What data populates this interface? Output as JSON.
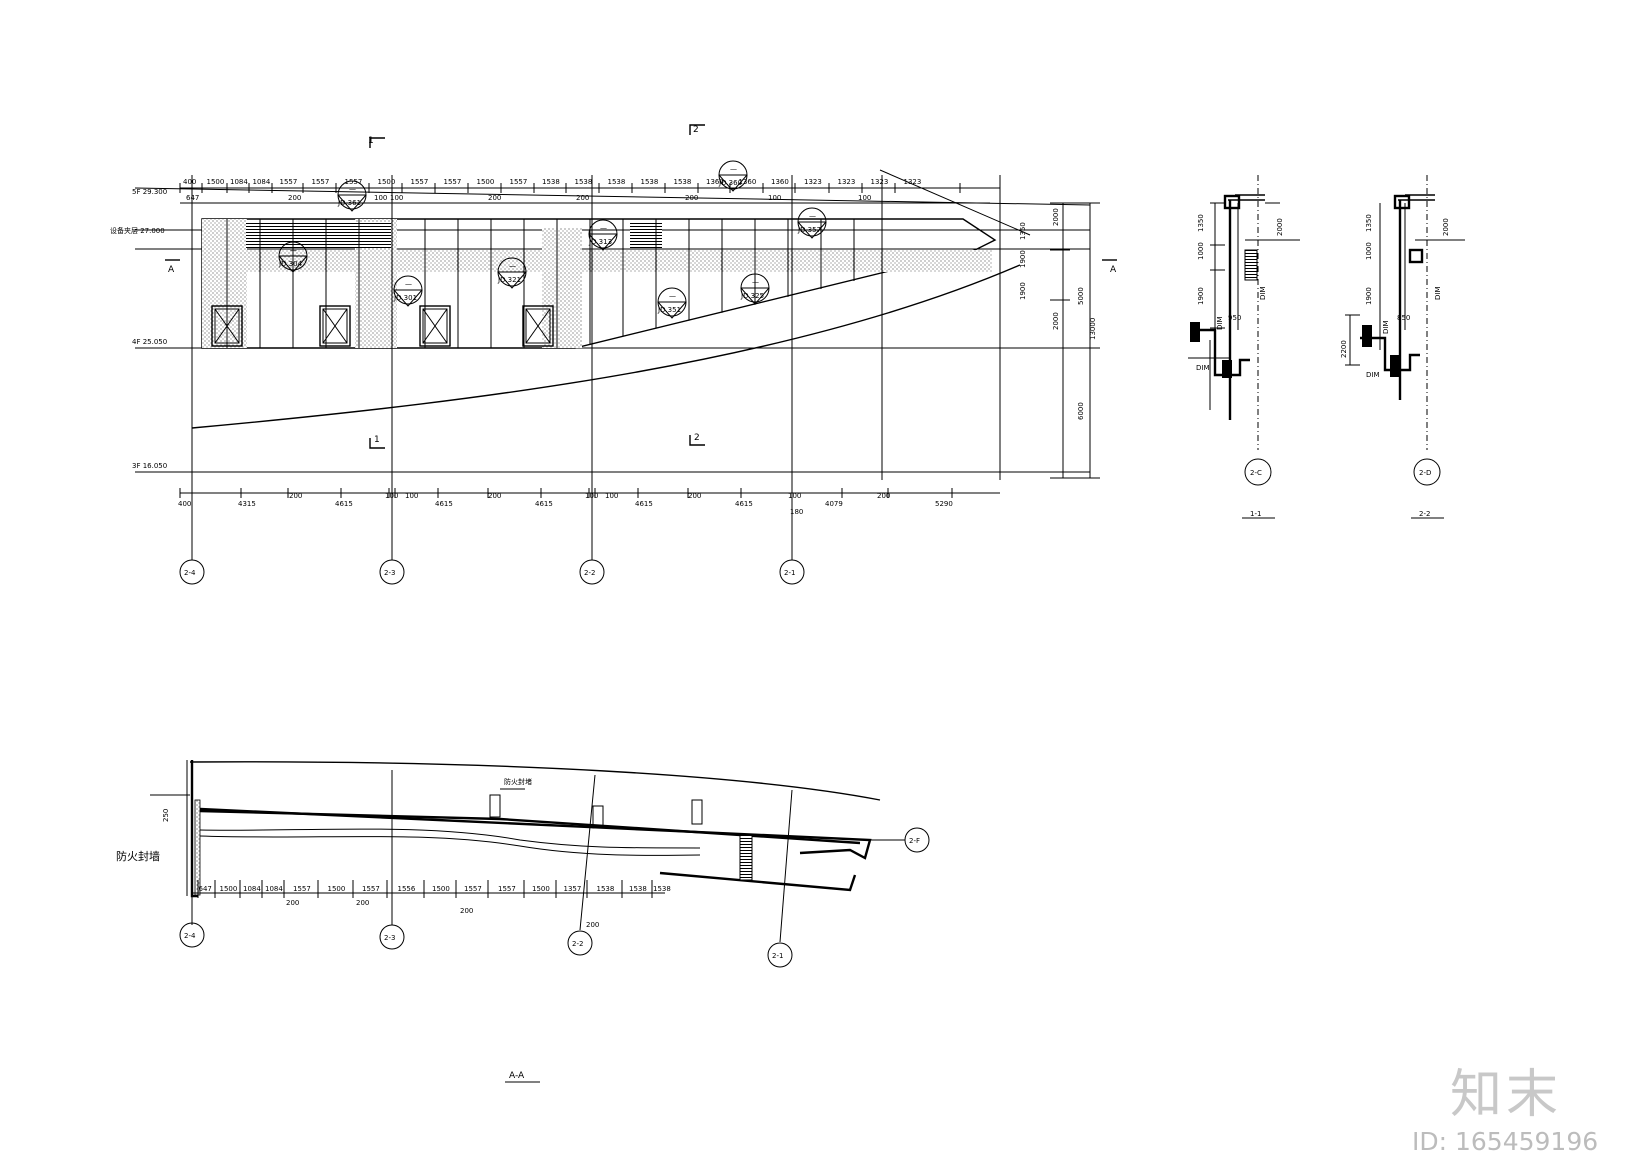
{
  "elevation": {
    "top_dims": [
      "400",
      "1500",
      "1084",
      "1084",
      "1557",
      "1557",
      "1557",
      "1500",
      "1557",
      "1557",
      "1500",
      "1557",
      "1538",
      "1538",
      "1538",
      "1538",
      "1538",
      "1360",
      "1360",
      "1360",
      "1323",
      "1323",
      "1323",
      "1323"
    ],
    "second_row": [
      "647",
      "200",
      "100",
      "100",
      "200",
      "200",
      "200",
      "100",
      "100"
    ],
    "right_dims": [
      "2000",
      "1350",
      "1900",
      "1900",
      "5000",
      "2000",
      "13000",
      "6000"
    ],
    "bottom_dims": [
      "400",
      "4315",
      "200",
      "4615",
      "100",
      "100",
      "4615",
      "200",
      "4615",
      "100",
      "100",
      "4615",
      "200",
      "4615",
      "100",
      "4079",
      "200",
      "5290",
      "180"
    ],
    "axis_labels": [
      "2-4",
      "2-3",
      "2-2",
      "2-1"
    ],
    "callouts": [
      "JD.361",
      "JD.360",
      "JD.304",
      "JD.313",
      "JD.357",
      "JD.301",
      "JD.321",
      "JD.351",
      "JD.325"
    ],
    "level_labels": [
      "5F 29.300",
      "设备夹层 27.000",
      "4F 25.050",
      "3F 16.050"
    ],
    "section_marks": [
      "1",
      "2",
      "1",
      "2",
      "A",
      "A"
    ]
  },
  "section_1": {
    "dims": [
      "1350",
      "1000",
      "1900",
      "950",
      "2000"
    ],
    "dim_words": [
      "DIM",
      "DIM",
      "DIM"
    ],
    "axis": "2-C",
    "title": "1-1"
  },
  "section_2": {
    "dims": [
      "1350",
      "1000",
      "1900",
      "2200",
      "850",
      "2000"
    ],
    "dim_words": [
      "DIM",
      "dim",
      "DIM",
      "DIM"
    ],
    "axis": "2-D",
    "title": "2-2"
  },
  "plan": {
    "dims": [
      "647",
      "1500",
      "1084",
      "1084",
      "1557",
      "1500",
      "1557",
      "1556",
      "1500",
      "1557",
      "1557",
      "1500",
      "1357",
      "1538",
      "1538",
      "1538"
    ],
    "sub_dims": [
      "200",
      "200",
      "200",
      "200"
    ],
    "label_left": "防火封墙",
    "label_note": "防火封堵",
    "dim_250": "250",
    "axes": [
      "2-4",
      "2-3",
      "2-2",
      "2-1",
      "2-F"
    ],
    "title": "A-A"
  },
  "watermark": {
    "brand": "知末",
    "id": "ID: 165459196"
  }
}
